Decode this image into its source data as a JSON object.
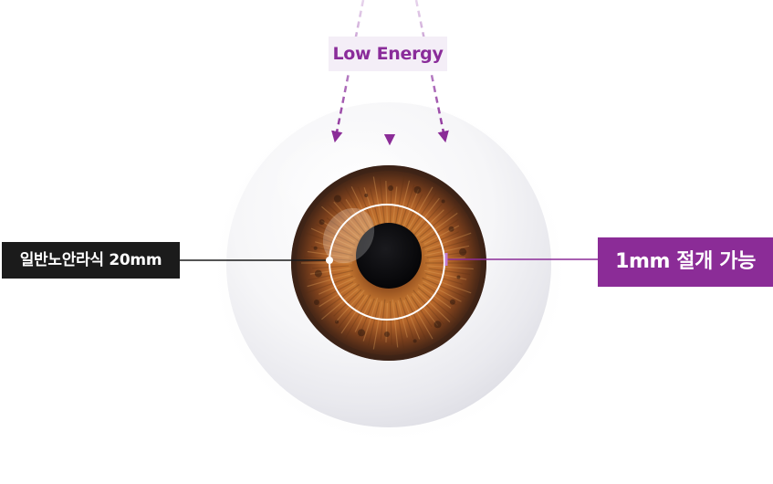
{
  "labels": {
    "energy": "Low Energy",
    "left": "일반노안라식 20mm",
    "right": "1mm 절개 가능"
  },
  "colors": {
    "accent_purple": "#8b2c97",
    "energy_bg": "#f4eef7",
    "dark_label_bg": "#1b1b1b"
  }
}
